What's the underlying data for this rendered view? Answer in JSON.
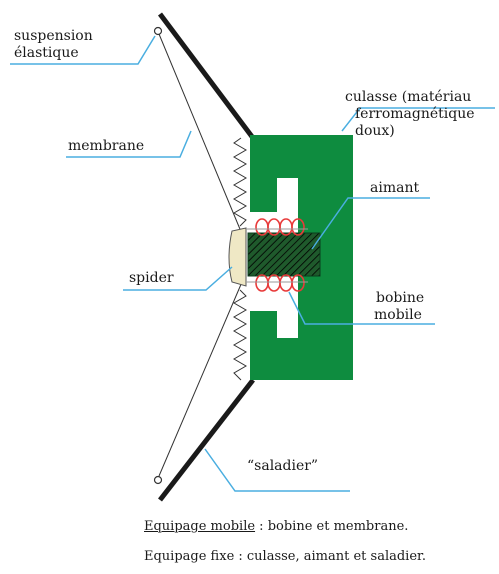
{
  "labels": {
    "suspension_l1": "suspension",
    "suspension_l2": "élastique",
    "membrane": "membrane",
    "culasse_l1": "culasse (matériau",
    "culasse_l2": "ferromagnétique",
    "culasse_l3": "doux)",
    "aimant": "aimant",
    "spider": "spider",
    "bobine_l1": "bobine",
    "bobine_l2": "mobile",
    "saladier": "“saladier”"
  },
  "footer": {
    "line1_term": "Equipage mobile",
    "line1_rest": " : bobine et membrane.",
    "line2": "Equipage fixe : culasse, aimant et saladier."
  },
  "colors": {
    "culasse": "#0e8c3f",
    "leader": "#4aaee0",
    "coil": "#e83a3a",
    "outline": "#1a1a1a",
    "magnet": "#1f5a2c"
  }
}
